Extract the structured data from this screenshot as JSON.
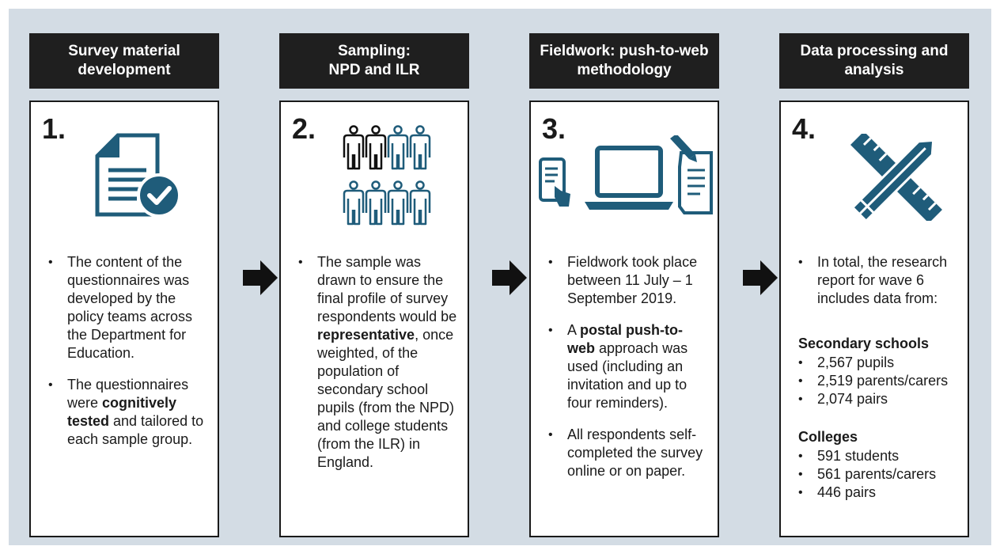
{
  "steps": [
    {
      "header": "Survey material\ndevelopment",
      "number": "1.",
      "icon": "document-check-icon",
      "bullets": [
        {
          "parts": [
            {
              "t": "The content of the questionnaires was developed by the policy teams across the Department for Education.",
              "b": false
            }
          ]
        },
        {
          "parts": [
            {
              "t": "The questionnaires were ",
              "b": false
            },
            {
              "t": "cognitively tested",
              "b": true
            },
            {
              "t": " and tailored to each sample group.",
              "b": false
            }
          ]
        }
      ]
    },
    {
      "header": "Sampling:\nNPD and ILR",
      "number": "2.",
      "icon": "people-group-icon",
      "bullets": [
        {
          "parts": [
            {
              "t": "The sample was drawn to ensure the final profile of survey respondents would be ",
              "b": false
            },
            {
              "t": "representative",
              "b": true
            },
            {
              "t": ", once weighted, of the population of secondary school pupils (from the NPD) and college students (from the ILR) in England.",
              "b": false
            }
          ]
        }
      ]
    },
    {
      "header": "Fieldwork: push-to-web\nmethodology",
      "number": "3.",
      "icon": "devices-icon",
      "bullets": [
        {
          "parts": [
            {
              "t": "Fieldwork took place between 11 July – 1 September 2019.",
              "b": false
            }
          ]
        },
        {
          "parts": [
            {
              "t": "A ",
              "b": false
            },
            {
              "t": "postal push-to-web",
              "b": true
            },
            {
              "t": " approach was used (including an invitation and up to four reminders).",
              "b": false
            }
          ]
        },
        {
          "parts": [
            {
              "t": "All respondents self-completed the survey online or on paper.",
              "b": false
            }
          ]
        }
      ]
    },
    {
      "header": "Data processing and\nanalysis",
      "number": "4.",
      "icon": "ruler-pencil-icon",
      "bullets": [
        {
          "parts": [
            {
              "t": "In total, the research report for wave 6 includes data from:",
              "b": false
            }
          ]
        }
      ],
      "groups": [
        {
          "title": "Secondary schools",
          "items": [
            "2,567 pupils",
            "2,519 parents/carers",
            "2,074 pairs"
          ]
        },
        {
          "title": "Colleges",
          "items": [
            "591 students",
            "561 parents/carers",
            "446 pairs"
          ]
        }
      ]
    }
  ],
  "colors": {
    "background": "#d3dce4",
    "header": "#1f1f1f",
    "icon": "#1f5c7a"
  }
}
